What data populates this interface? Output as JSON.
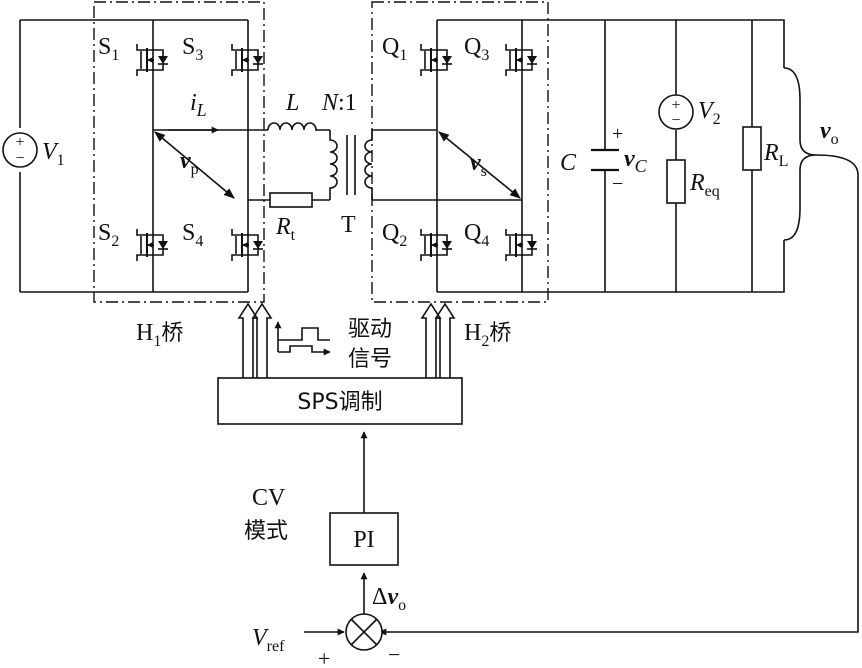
{
  "source_v1": {
    "sym": "V",
    "sub": "1"
  },
  "switches_h1": {
    "s1": {
      "main": "S",
      "sub": "1"
    },
    "s2": {
      "main": "S",
      "sub": "2"
    },
    "s3": {
      "main": "S",
      "sub": "3"
    },
    "s4": {
      "main": "S",
      "sub": "4"
    }
  },
  "switches_h2": {
    "q1": {
      "main": "Q",
      "sub": "1"
    },
    "q2": {
      "main": "Q",
      "sub": "2"
    },
    "q3": {
      "main": "Q",
      "sub": "3"
    },
    "q4": {
      "main": "Q",
      "sub": "4"
    }
  },
  "current_il": {
    "sym": "i",
    "sub": "L"
  },
  "inductor_l": "L",
  "ratio": {
    "n": "N",
    "rest": ":1"
  },
  "voltage_vp": {
    "sym": "v",
    "sub": "p"
  },
  "voltage_vs": {
    "sym": "v",
    "sub": "s"
  },
  "resistor_rt": {
    "sym": "R",
    "sub": "t"
  },
  "transformer_t": "T",
  "capacitor": {
    "c": "C",
    "plus": "+",
    "minus": "−",
    "vsym": "v",
    "vsub": "C"
  },
  "source_v2": {
    "sym": "V",
    "sub": "2"
  },
  "resistor_req": {
    "sym": "R",
    "sub": "eq"
  },
  "resistor_rl": {
    "sym": "R",
    "sub": "L"
  },
  "output_vo": {
    "sym": "v",
    "sub": "o"
  },
  "bridge_h1": {
    "main": "H",
    "sub": "1",
    "suffix": "桥"
  },
  "bridge_h2": {
    "main": "H",
    "sub": "2",
    "suffix": "桥"
  },
  "drive_signal": {
    "line1": "驱动",
    "line2": "信号"
  },
  "sps_block": "SPS调制",
  "cv_mode": {
    "line1": "CV",
    "line2": "模式"
  },
  "pi_block": "PI",
  "error": {
    "delta": "Δ",
    "sym": "v",
    "sub": "o"
  },
  "reference": {
    "sym": "V",
    "sub": "ref"
  },
  "sum_signs": {
    "plus": "+",
    "minus": "−"
  }
}
